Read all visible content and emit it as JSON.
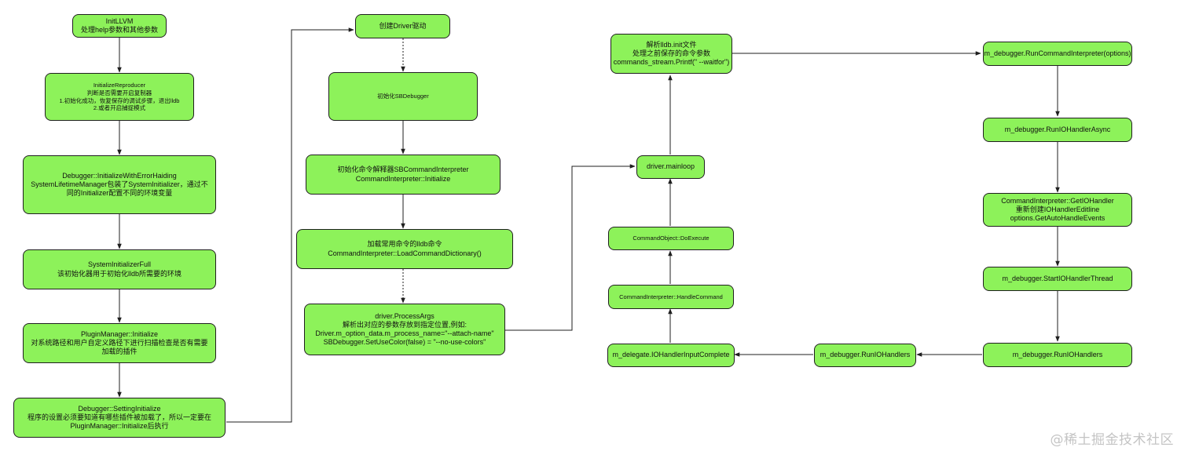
{
  "nodes": {
    "init_llvm": [
      "InitLLVM",
      "处理help参数和其他参数"
    ],
    "init_reproducer": [
      "InitializeReproducer",
      "判断是否需要开启复制器",
      "1.初始化成功，恢复保存的调试步骤，退出lldb",
      "2.或者开启捕捉模式"
    ],
    "debugger_init": [
      "Debugger::InitializeWithErrorHaiding",
      "SystemLifetimeManager包装了SystemInitializer，通过不",
      "同的Initializer配置不同的环境变量"
    ],
    "sys_init_full": [
      "SystemInitializerFull",
      "该初始化器用于初始化lldb所需要的环境"
    ],
    "plugin_mgr": [
      "PluginManager::Initialize",
      "对系统路径和用户自定义路径下进行扫描检查是否有需要",
      "加载的插件"
    ],
    "setting_init": [
      "Debugger::SettingInitialize",
      "程序的设置必须要知道有哪些插件被加载了，所以一定要在",
      "PluginManager::Initialize后执行"
    ],
    "create_driver": [
      "创建Driver驱动"
    ],
    "init_sbdebugger": [
      "初始化SBDebugger"
    ],
    "init_interp": [
      "初始化命令解释器SBCommandInterpreter",
      "CommandInterpreter::Initialize"
    ],
    "load_cmds": [
      "加载常用命令的lldb命令",
      "CommandInterpreter::LoadCommandDictionary()"
    ],
    "process_args": [
      "driver.ProcessArgs",
      "解析出对应的参数存放到指定位置,例如:",
      "Driver.m_option_data.m_process_name=\"--attach-name\"",
      "SBDebugger.SetUseColor(false) = \"--no-use-colors\""
    ],
    "parse_init": [
      "解析lldb.init文件",
      "处理之前保存的命令参数",
      "commands_stream.Printf(\" --waitfor\")"
    ],
    "mainloop": [
      "driver.mainloop"
    ],
    "do_execute": [
      "CommandObject::DoExecute"
    ],
    "handle_command": [
      "CommandInterpreter::HandleCommand"
    ],
    "io_input_complete": [
      "m_delegate.IOHandlerInputComplete"
    ],
    "run_io_handlers_mid": [
      "m_debugger.RunIOHandlers"
    ],
    "run_cmd_interp": [
      "m_debugger.RunCommandInterpreter(options)"
    ],
    "run_io_async": [
      "m_debugger.RunIOHandlerAsync"
    ],
    "get_io_handler": [
      "CommandInterpreter::GetIOHandler",
      "重新创建IOHandlerEditline",
      "options.GetAutoHandleEvents"
    ],
    "start_io_thread": [
      "m_debugger.StartIOHandlerThread"
    ],
    "run_io_handlers_right": [
      "m_debugger.RunIOHandlers"
    ]
  },
  "watermark": "@稀土掘金技术社区",
  "colors": {
    "node_fill": "#8df25a",
    "edge": "#1f1f1f",
    "watermark": "#c4c4c4"
  }
}
